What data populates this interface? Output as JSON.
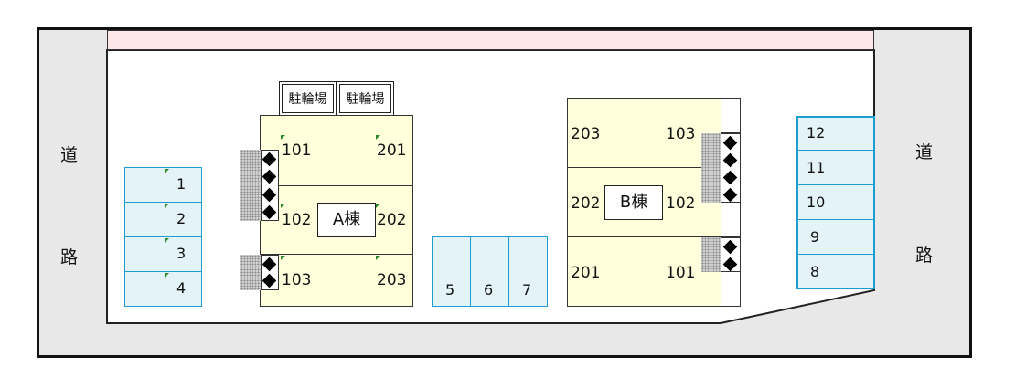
{
  "roads": {
    "left_top": "道",
    "left_bottom": "路",
    "right_top": "道",
    "right_bottom": "路"
  },
  "bicycle_parking": [
    "駐輪場",
    "駐輪場"
  ],
  "building_a": {
    "label": "A棟",
    "rooms_left": [
      "101",
      "102",
      "103"
    ],
    "rooms_right": [
      "201",
      "202",
      "203"
    ]
  },
  "building_b": {
    "label": "B棟",
    "rooms_left": [
      "203",
      "202",
      "201"
    ],
    "rooms_right": [
      "103",
      "102",
      "101"
    ]
  },
  "parking_left": [
    "1",
    "2",
    "3",
    "4"
  ],
  "parking_middle": [
    "5",
    "6",
    "7"
  ],
  "parking_right": [
    "12",
    "11",
    "10",
    "9",
    "8"
  ],
  "colors": {
    "building_fill": "#ffffdc",
    "parking_fill": "#e3f3f8",
    "parking_border": "#1c9dd0",
    "road_fill": "#e8e8e8",
    "strip_fill": "#fde5ea"
  }
}
